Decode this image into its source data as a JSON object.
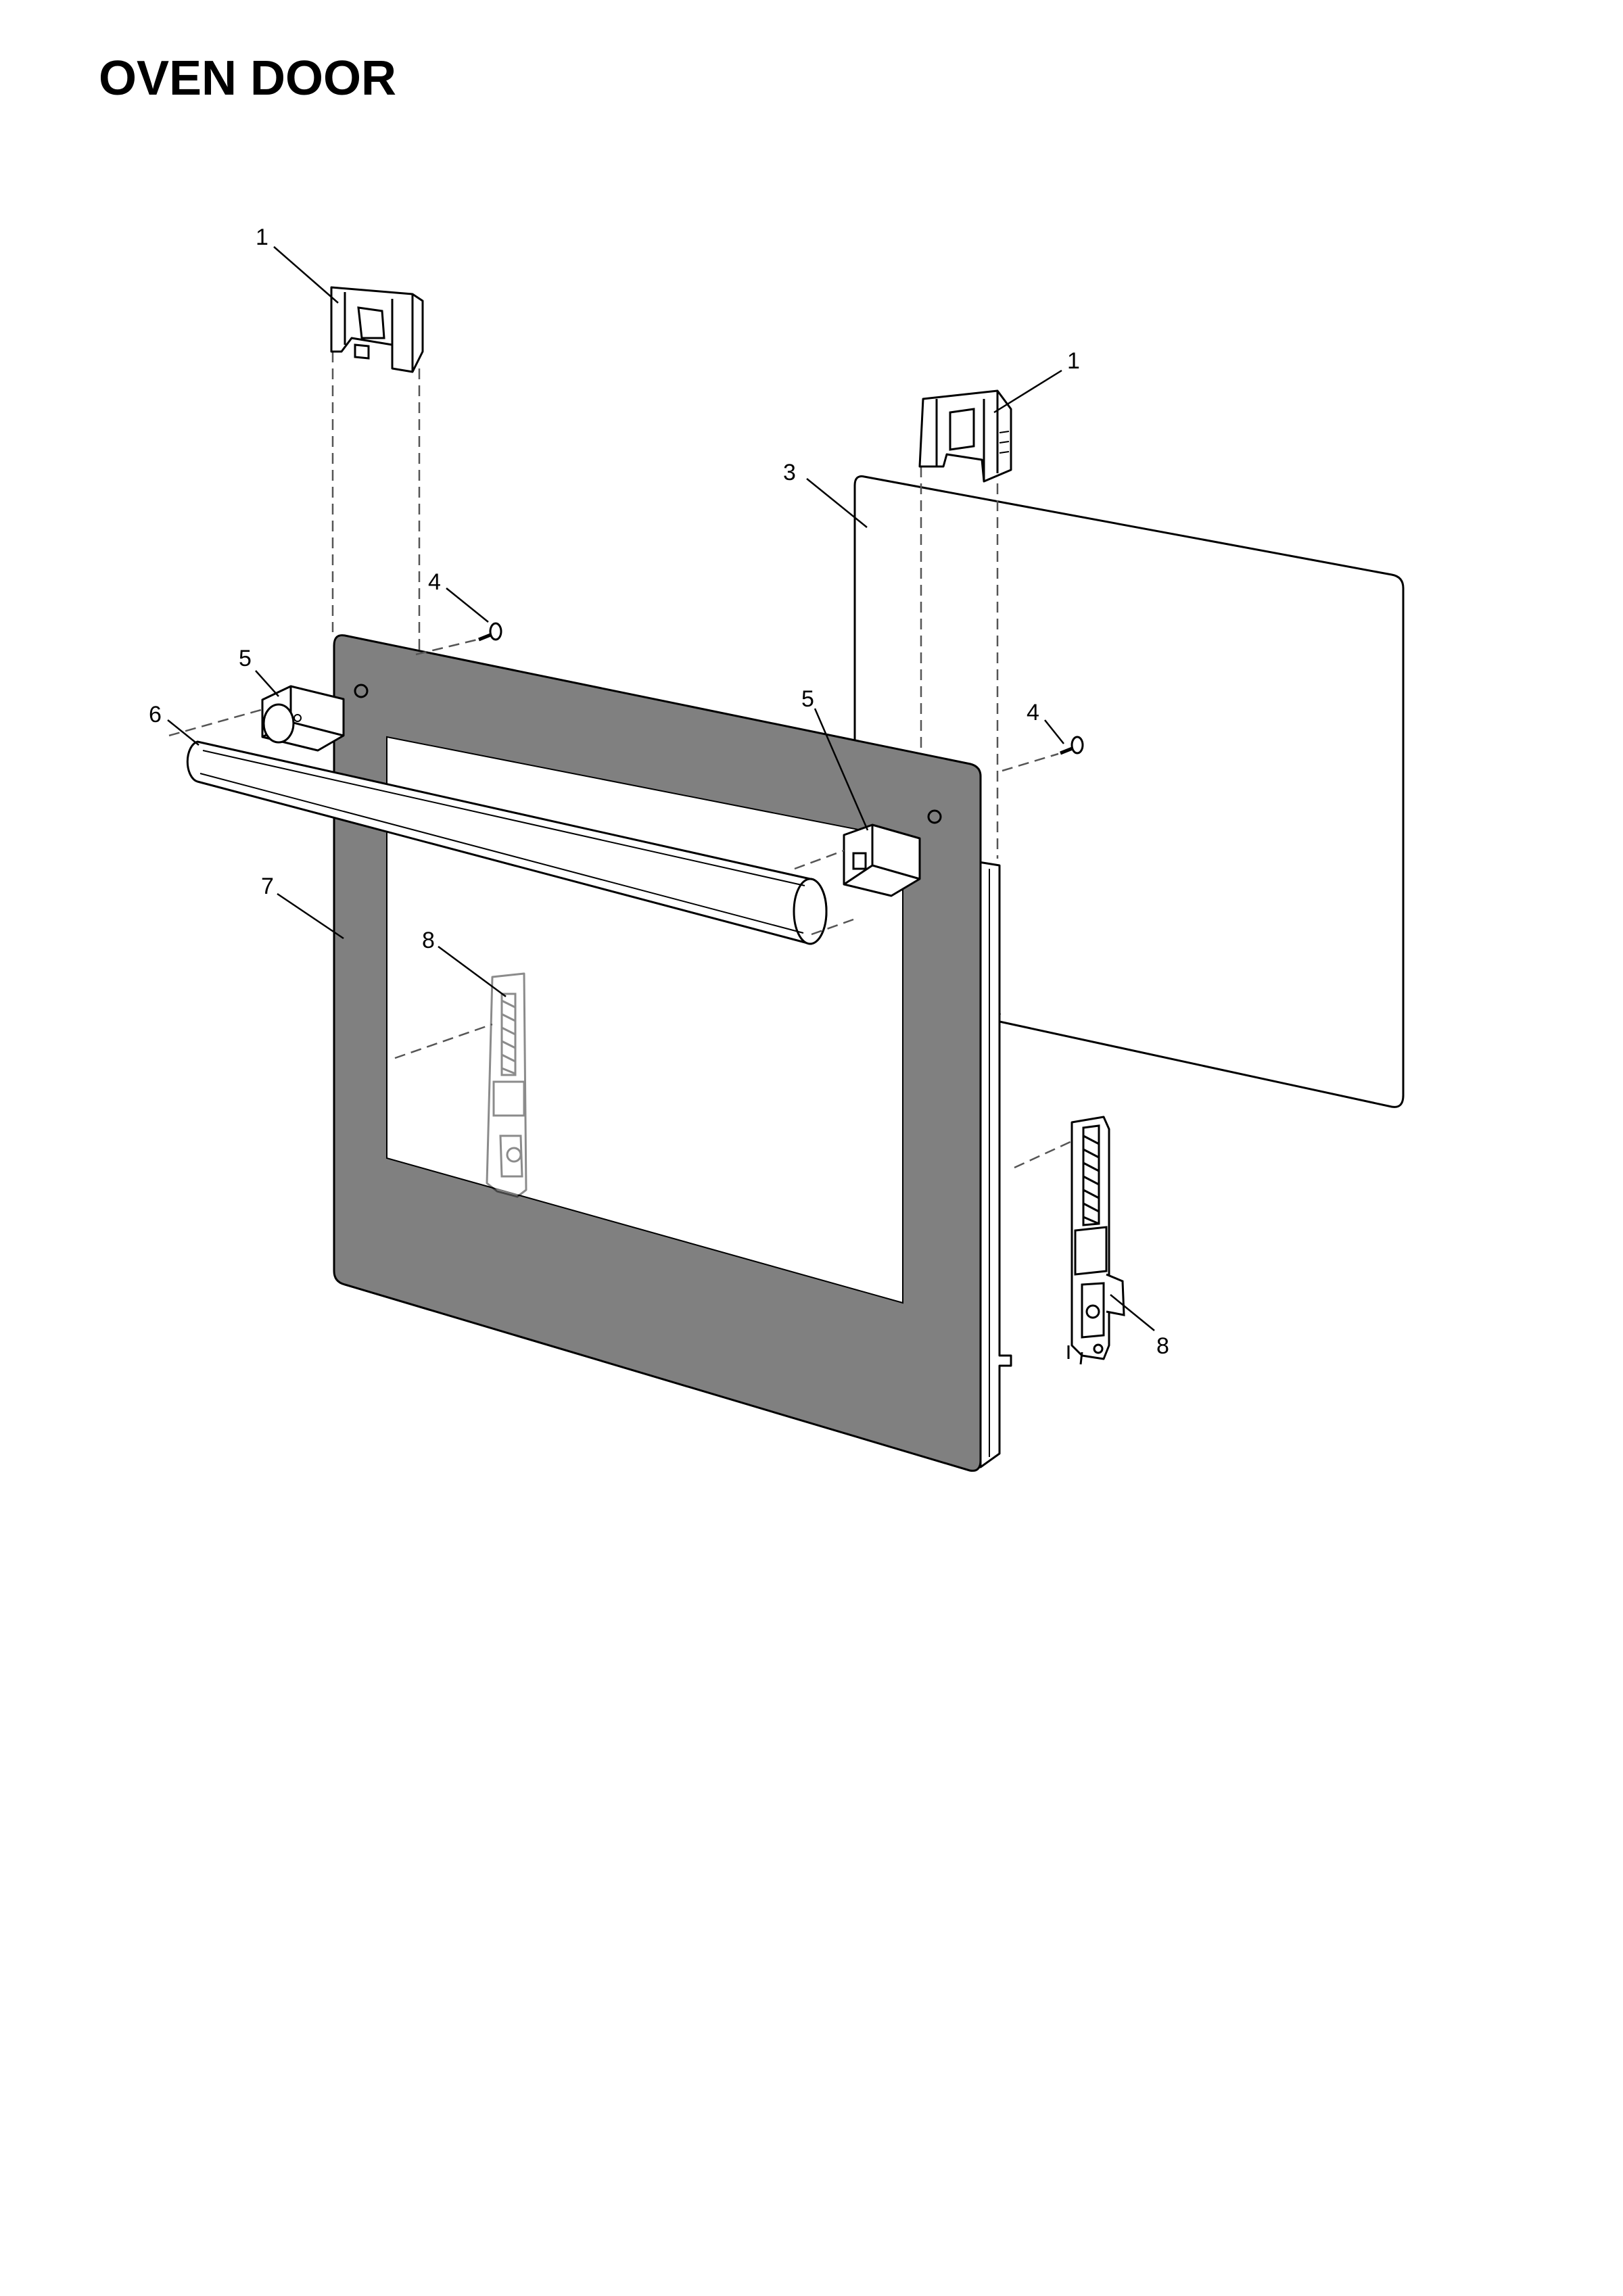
{
  "title": "OVEN DOOR",
  "callouts": {
    "c1a": "1",
    "c1b": "1",
    "c3": "3",
    "c4a": "4",
    "c4b": "4",
    "c5a": "5",
    "c5b": "5",
    "c6": "6",
    "c7": "7",
    "c8a": "8",
    "c8b": "8"
  },
  "colors": {
    "door_panel": "#808080",
    "window": "#ffffff",
    "glass": "#ffffff",
    "outline": "#000000",
    "dash": "#555555"
  }
}
